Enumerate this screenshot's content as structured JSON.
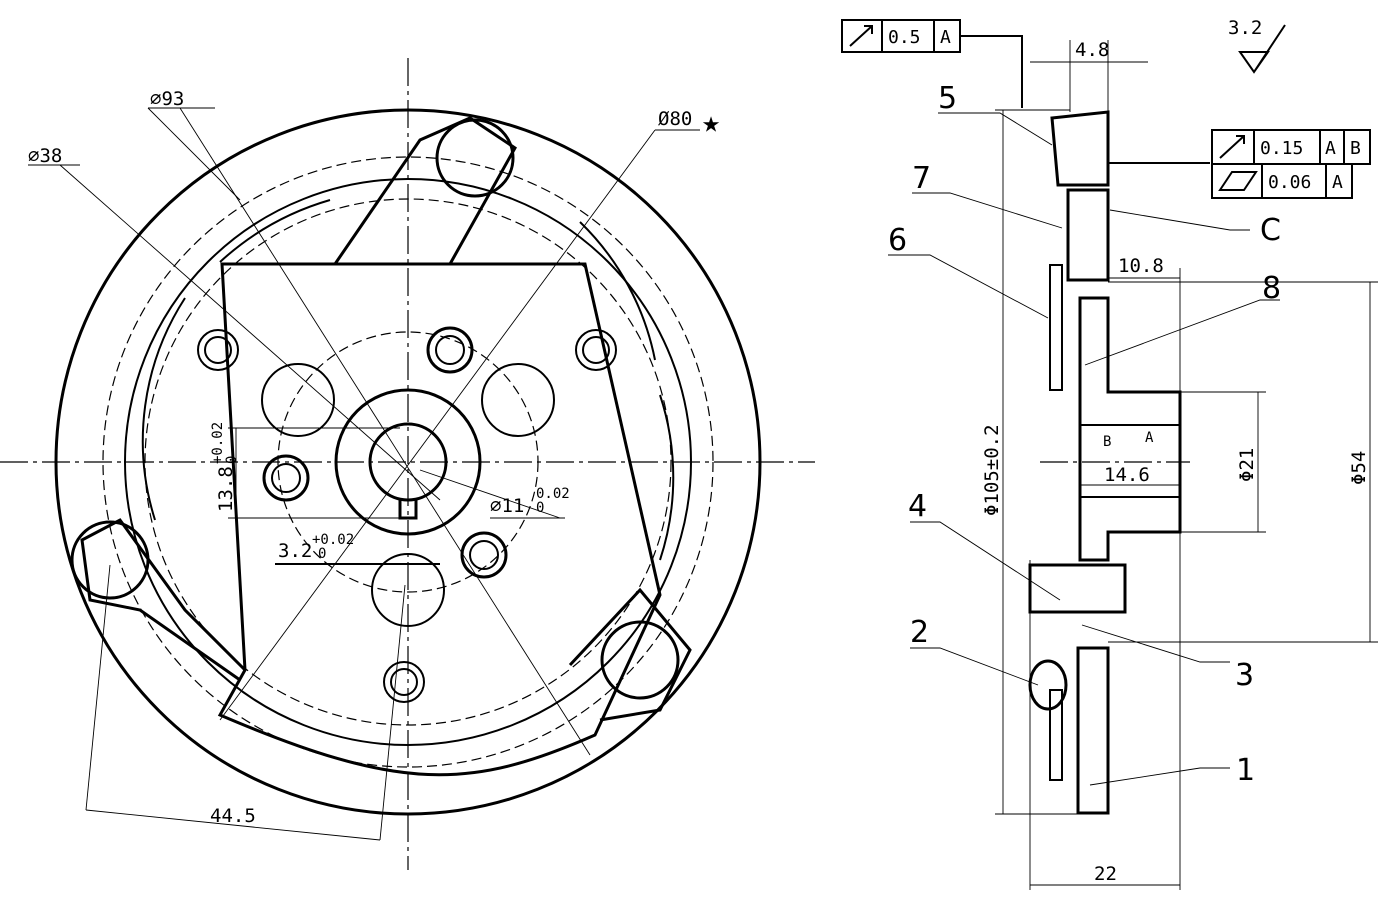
{
  "front_view": {
    "dia_outer": "⌀93",
    "dia_hub": "⌀38",
    "dia_pitch": "Ø80",
    "star_mark": "★",
    "bore": "⌀11",
    "bore_tol_upper": "0.02",
    "bore_tol_lower": "0",
    "keyway_depth": "13.8",
    "keyway_depth_tol_upper": "+0.02",
    "keyway_depth_tol_lower": "0",
    "keyway_width": "3.2",
    "keyway_width_tol_upper": "+0.02",
    "keyway_width_tol_lower": "0",
    "span": "44.5"
  },
  "section_view": {
    "flange_dia": "Φ105±0.2",
    "hub_dia": "Φ21",
    "pcd": "Φ54",
    "plate_thk": "4.8",
    "offset": "10.8",
    "hub_len": "14.6",
    "overall_width": "22",
    "surface_finish": "3.2",
    "datum_a": "A",
    "datum_b": "B",
    "label_c": "C",
    "part_labels": [
      "1",
      "2",
      "3",
      "4",
      "5",
      "6",
      "7",
      "8"
    ]
  },
  "gdt": {
    "runout_1": {
      "value": "0.5",
      "datum": "A"
    },
    "runout_2": {
      "value": "0.15",
      "datum1": "A",
      "datum2": "B"
    },
    "flatness": {
      "value": "0.06",
      "datum": "A"
    }
  }
}
